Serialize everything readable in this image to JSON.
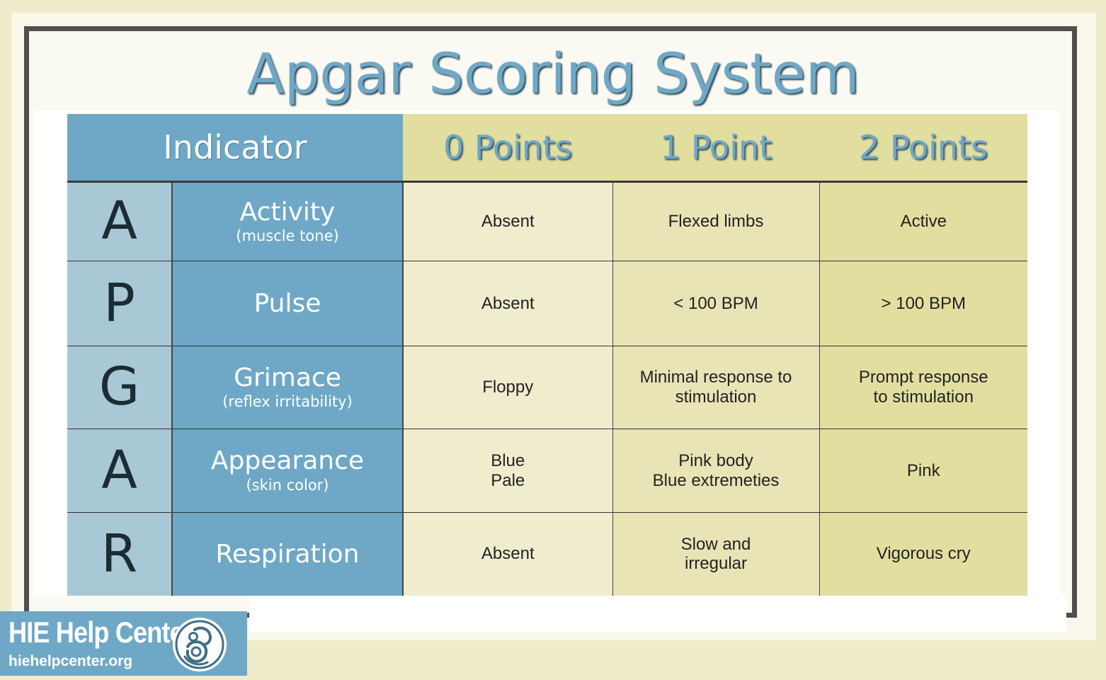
{
  "title": "Apgar Scoring System",
  "header": {
    "indicator": "Indicator",
    "points0": "0 Points",
    "points1": "1 Point",
    "points2": "2 Points"
  },
  "rows": [
    {
      "letter": "A",
      "name": "Activity",
      "sub": "(muscle tone)",
      "p0": [
        "Absent"
      ],
      "p1": [
        "Flexed limbs"
      ],
      "p2": [
        "Active"
      ]
    },
    {
      "letter": "P",
      "name": "Pulse",
      "sub": "",
      "p0": [
        "Absent"
      ],
      "p1": [
        "< 100 BPM"
      ],
      "p2": [
        "> 100 BPM"
      ]
    },
    {
      "letter": "G",
      "name": "Grimace",
      "sub": "(reflex irritability)",
      "p0": [
        "Floppy"
      ],
      "p1": [
        "Minimal response to",
        "stimulation"
      ],
      "p2": [
        "Prompt response",
        "to stimulation"
      ]
    },
    {
      "letter": "A",
      "name": "Appearance",
      "sub": "(skin color)",
      "p0": [
        "Blue",
        "Pale"
      ],
      "p1": [
        "Pink body",
        "Blue extremeties"
      ],
      "p2": [
        "Pink"
      ]
    },
    {
      "letter": "R",
      "name": "Respiration",
      "sub": "",
      "p0": [
        "Absent"
      ],
      "p1": [
        "Slow and",
        "irregular"
      ],
      "p2": [
        "Vigorous cry"
      ]
    }
  ],
  "logo": {
    "title": "HIE Help Center",
    "url": "hiehelpcenter.org",
    "icon": "mother-baby-icon"
  },
  "colors": {
    "background": "#efeccb",
    "frame": "#4f4f4f",
    "blue": "#6ea8c6",
    "light_blue": "#a8c8d6",
    "cream": "#f0edcf",
    "khaki": "#e2de9f"
  }
}
